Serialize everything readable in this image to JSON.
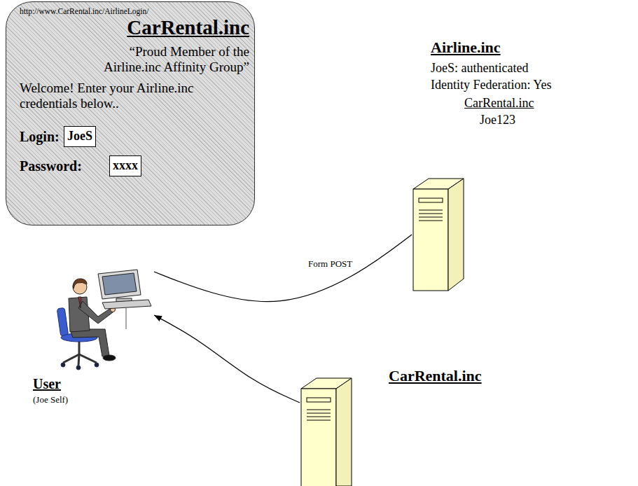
{
  "diagram": {
    "nodes": [
      {
        "text": [
          "http://www.CarRental.inc/AirlineLogin/",
          "CarRental.inc",
          "“Proud Member of the Airline.inc Affinity Group”",
          "Welcome! Enter your Airline.inc credentials below..",
          "Login:",
          "Password:"
        ]
      },
      {
        "text": [
          "JoeS"
        ],
        "in": 0
      },
      {
        "text": [
          "xxxx"
        ],
        "in": 0
      },
      {
        "text": [
          "Airline.inc",
          "JoeS: authenticated",
          "Identity Federation: Yes",
          "CarRental.inc",
          "Joe123"
        ]
      },
      {
        "text": [
          "User",
          "(Joe Self)"
        ]
      },
      {
        "text": [
          "CarRental.inc"
        ]
      }
    ],
    "edges": [
      {
        "from": 4,
        "to": 3,
        "label": "Form POST",
        "arrow": "none"
      },
      {
        "from": 5,
        "to": 4,
        "arrow": "to"
      }
    ]
  }
}
